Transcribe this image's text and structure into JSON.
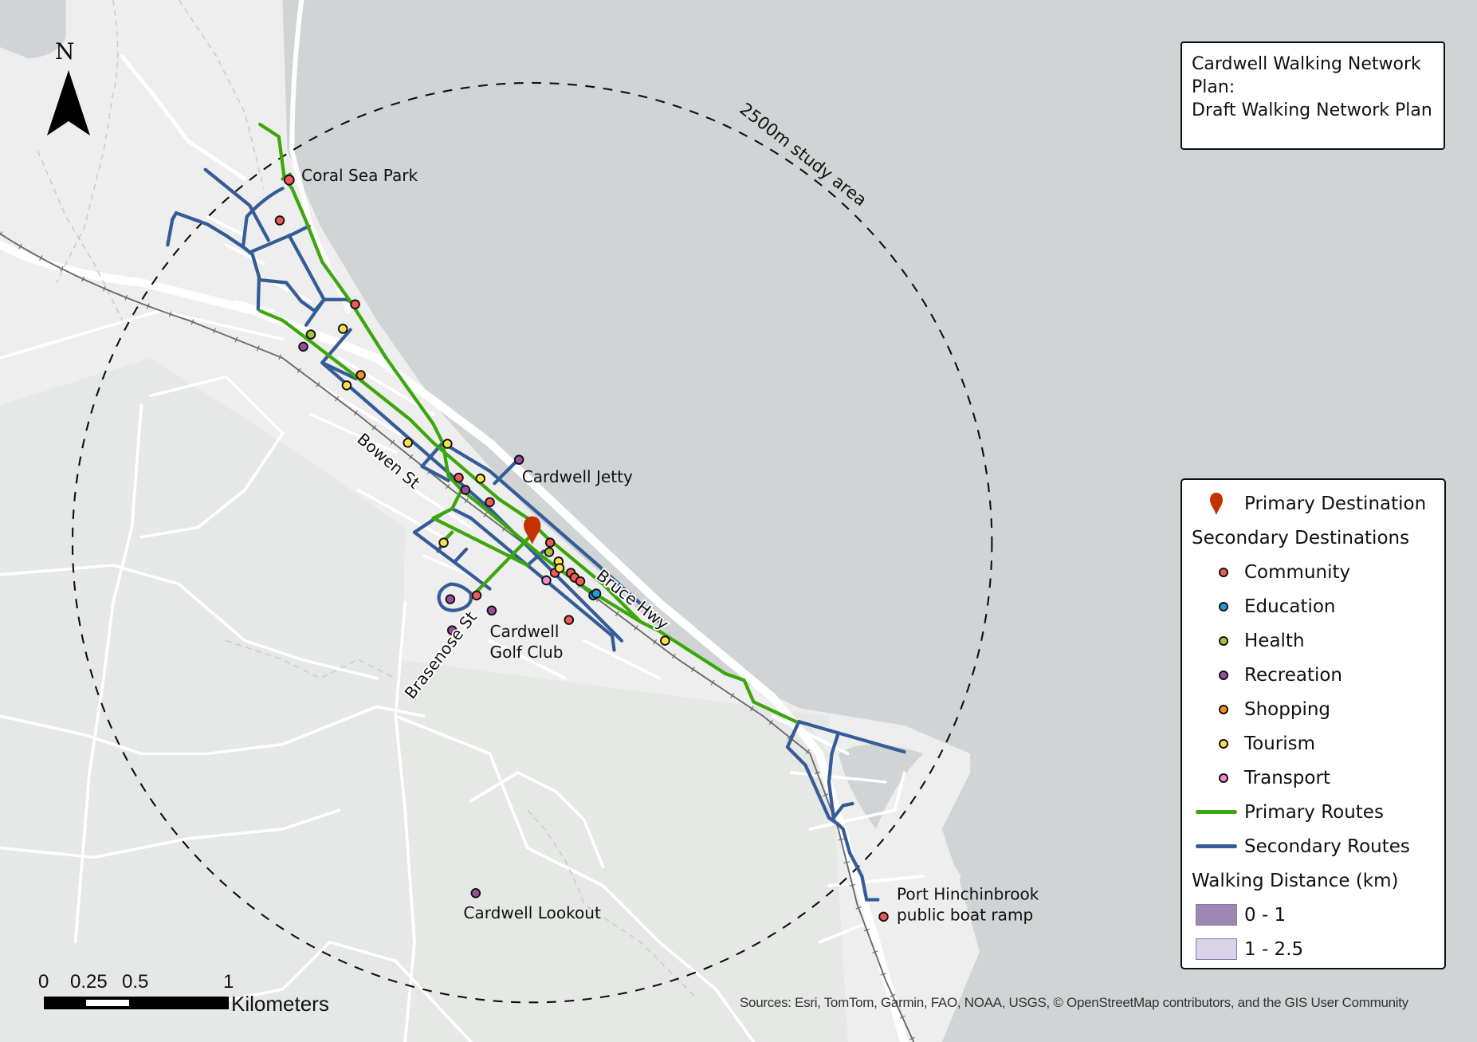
{
  "title_box": {
    "lines": [
      "Cardwell Walking Network",
      "Plan:",
      "Draft Walking Network Plan"
    ]
  },
  "legend": {
    "primary_destination": {
      "label": "Primary Destination",
      "icon": "map-pin-icon",
      "color": "#c43200"
    },
    "secondary_heading": "Secondary Destinations",
    "secondary": [
      {
        "label": "Community",
        "color": "#ee5a5a"
      },
      {
        "label": "Education",
        "color": "#1f9ed6"
      },
      {
        "label": "Health",
        "color": "#a6c63c"
      },
      {
        "label": "Recreation",
        "color": "#9a4f9e"
      },
      {
        "label": "Shopping",
        "color": "#f7902a"
      },
      {
        "label": "Tourism",
        "color": "#fbe04b"
      },
      {
        "label": "Transport",
        "color": "#f48ad7"
      }
    ],
    "routes": [
      {
        "label": "Primary Routes",
        "color": "#3da60c"
      },
      {
        "label": "Secondary Routes",
        "color": "#355c98"
      }
    ],
    "walking_heading": "Walking Distance (km)",
    "walking": [
      {
        "label": "0 - 1",
        "color": "#9c88b3"
      },
      {
        "label": "1 - 2.5",
        "color": "#dbd3e7"
      }
    ]
  },
  "map": {
    "colors": {
      "water": "#d0d4d5",
      "land": "#eeeeee",
      "land_dark": "#e3e6e4",
      "road": "#ffffff",
      "rail": "#6b6b6b"
    },
    "study_area_label": "2500m study area",
    "north_label": "N",
    "street_labels": [
      "Bowen St",
      "Bruce Hwy",
      "Brasenose St"
    ],
    "place_labels": {
      "coral_sea_park": "Coral Sea Park",
      "cardwell_jetty": "Cardwell Jetty",
      "golf_club_1": "Cardwell",
      "golf_club_2": "Golf Club",
      "lookout": "Cardwell Lookout",
      "boat_ramp_1": "Port Hinchinbrook",
      "boat_ramp_2": "public boat ramp"
    }
  },
  "scale_bar": {
    "ticks": [
      "0",
      "0.25",
      "0.5",
      "1"
    ],
    "unit": "Kilometers"
  },
  "attribution": "Sources: Esri, TomTom, Garmin, FAO, NOAA, USGS, © OpenStreetMap contributors, and the GIS User Community"
}
